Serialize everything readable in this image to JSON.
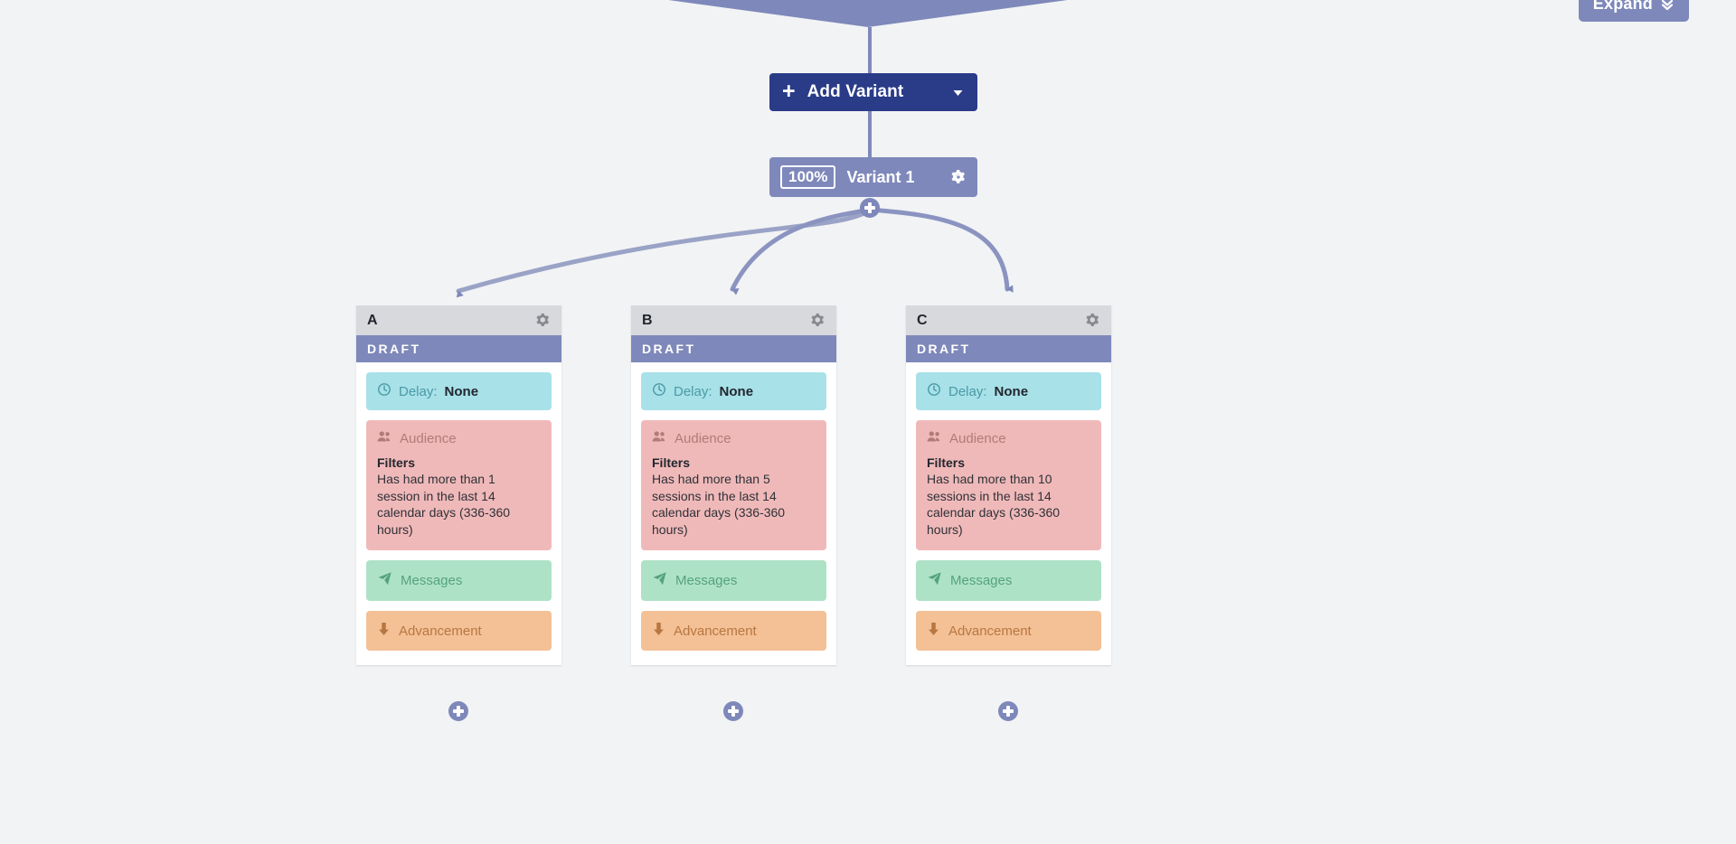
{
  "toolbar": {
    "expand_label": "Expand",
    "expand_icon": "double-chevron-down-icon"
  },
  "flow": {
    "add_variant": {
      "label": "Add Variant",
      "plus_icon": "plus-icon",
      "caret_icon": "caret-down-icon"
    },
    "variant_node": {
      "percent": "100%",
      "name": "Variant 1",
      "gear_icon": "gear-icon",
      "plus_icon": "plus-icon"
    },
    "branch_plus_icon": "plus-icon"
  },
  "colors": {
    "canvas_bg": "#f2f3f5",
    "purple": "#7e88ba",
    "navy": "#2a3b88",
    "card_header": "#d8d9dd",
    "delay_bg": "#a8e1e8",
    "audience_bg": "#f0b9b9",
    "messages_bg": "#aee2c7",
    "advancement_bg": "#f4c096"
  },
  "cards": [
    {
      "letter": "A",
      "gear_icon": "gear-icon",
      "status": "DRAFT",
      "delay": {
        "icon": "clock-icon",
        "label": "Delay:",
        "value": "None"
      },
      "audience": {
        "icon": "users-icon",
        "label": "Audience",
        "filters_title": "Filters",
        "filters_text": "Has had more than 1 session in the last 14 calendar days (336-360 hours)"
      },
      "messages": {
        "icon": "paper-plane-icon",
        "label": "Messages"
      },
      "advancement": {
        "icon": "arrow-down-icon",
        "label": "Advancement"
      },
      "add_step_icon": "plus-icon"
    },
    {
      "letter": "B",
      "gear_icon": "gear-icon",
      "status": "DRAFT",
      "delay": {
        "icon": "clock-icon",
        "label": "Delay:",
        "value": "None"
      },
      "audience": {
        "icon": "users-icon",
        "label": "Audience",
        "filters_title": "Filters",
        "filters_text": "Has had more than 5 sessions in the last 14 calendar days (336-360 hours)"
      },
      "messages": {
        "icon": "paper-plane-icon",
        "label": "Messages"
      },
      "advancement": {
        "icon": "arrow-down-icon",
        "label": "Advancement"
      },
      "add_step_icon": "plus-icon"
    },
    {
      "letter": "C",
      "gear_icon": "gear-icon",
      "status": "DRAFT",
      "delay": {
        "icon": "clock-icon",
        "label": "Delay:",
        "value": "None"
      },
      "audience": {
        "icon": "users-icon",
        "label": "Audience",
        "filters_title": "Filters",
        "filters_text": "Has had more than 10 sessions in the last 14 calendar days (336-360 hours)"
      },
      "messages": {
        "icon": "paper-plane-icon",
        "label": "Messages"
      },
      "advancement": {
        "icon": "arrow-down-icon",
        "label": "Advancement"
      },
      "add_step_icon": "plus-icon"
    }
  ]
}
